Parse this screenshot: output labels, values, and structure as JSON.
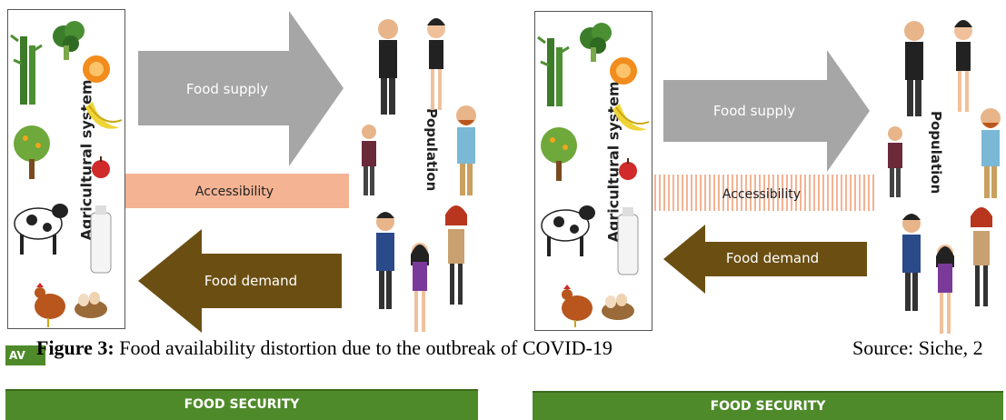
{
  "left_panel": {
    "agri_label": "Agricultural system",
    "population_label": "Population",
    "supply_label": "Food supply",
    "access_label": "Accessibility",
    "demand_label": "Food demand",
    "security_label": "FOOD SECURITY",
    "availability_tab": "AV"
  },
  "right_panel": {
    "agri_label": "Agricultural system",
    "population_label": "Population",
    "supply_label": "Food supply",
    "access_label": "Accessibility",
    "demand_label": "Food demand",
    "security_label": "FOOD SECURITY"
  },
  "caption": {
    "label": "Figure 3:",
    "text": " Food availability distortion due to the outbreak of COVID-19"
  },
  "source": "Source: Siche, 2",
  "colors": {
    "supply_arrow": "#a6a6a6",
    "access_bar": "#f4b393",
    "demand_arrow": "#6b4f12",
    "food_security": "#4f8a2a"
  },
  "icons": [
    "bamboo-icon",
    "broccoli-icon",
    "orange-icon",
    "banana-icon",
    "tree-icon",
    "apple-icon",
    "cow-icon",
    "milk-icon",
    "chicken-icon",
    "eggs-icon",
    "person-icon"
  ]
}
